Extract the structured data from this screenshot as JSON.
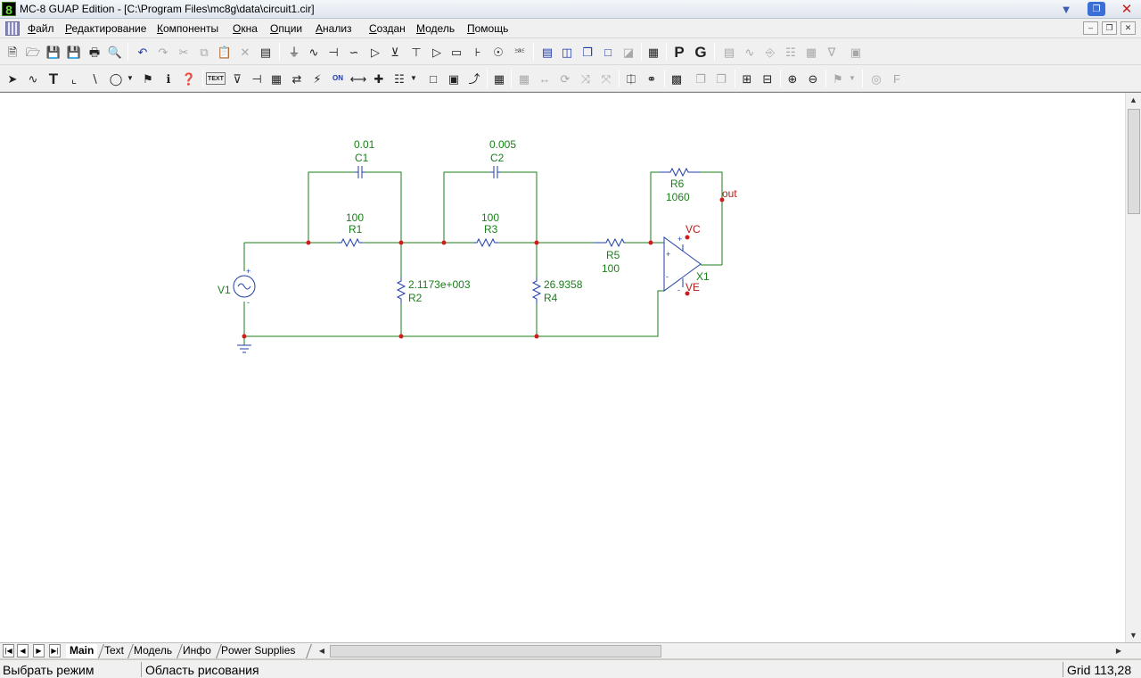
{
  "window": {
    "title": "MC-8 GUAP Edition - [C:\\Program Files\\mc8g\\data\\circuit1.cir]",
    "app_icon_glyph": "8"
  },
  "menu": [
    "Файл",
    "Редактирование",
    "Компоненты",
    "Окна",
    "Опции",
    "Анализ",
    "Создан",
    "Модель",
    "Помощь"
  ],
  "toolbar_text": {
    "text_mode": "TEXT",
    "big_p": "P",
    "big_g": "G"
  },
  "schematic": {
    "wire_color": "#1a7f1a",
    "component_color": "#1f3fa8",
    "node_color": "#d01c1c",
    "label_color": "#1a7f1a",
    "pin_label_color": "#b01c1c",
    "components": {
      "c1": {
        "name": "C1",
        "value": "0.01"
      },
      "c2": {
        "name": "C2",
        "value": "0.005"
      },
      "r1": {
        "name": "R1",
        "value": "100"
      },
      "r2": {
        "name": "R2",
        "value": "2.1173e+003"
      },
      "r3": {
        "name": "R3",
        "value": "100"
      },
      "r4": {
        "name": "R4",
        "value": "26.9358"
      },
      "r5": {
        "name": "R5",
        "value": "100"
      },
      "r6": {
        "name": "R6",
        "value": "1060"
      },
      "v1": {
        "name": "V1"
      },
      "x1": {
        "name": "X1"
      }
    },
    "labels": {
      "vc": "VC",
      "ve": "VE",
      "out": "out",
      "plus": "+",
      "minus": "-"
    }
  },
  "tabs": {
    "items": [
      "Main",
      "Text",
      "Модель",
      "Инфо",
      "Power Supplies"
    ],
    "active": "Main"
  },
  "status": {
    "mode": "Выбрать режим",
    "area": "Область рисования",
    "grid": "Grid 113,28"
  }
}
